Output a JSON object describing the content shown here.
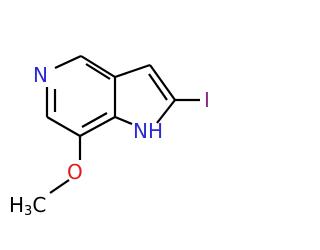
{
  "molecule": {
    "atoms": {
      "n_ring": "N",
      "i": "I",
      "n_h": "NH",
      "o": "O",
      "h3c_h": "H",
      "h3c_sub": "3",
      "h3c_c": "C"
    },
    "colors": {
      "bond": "#000000",
      "nitrogen": "#2b2bd6",
      "iodine": "#8c2a8c",
      "oxygen": "#e01b1b",
      "carbon": "#000000"
    }
  }
}
